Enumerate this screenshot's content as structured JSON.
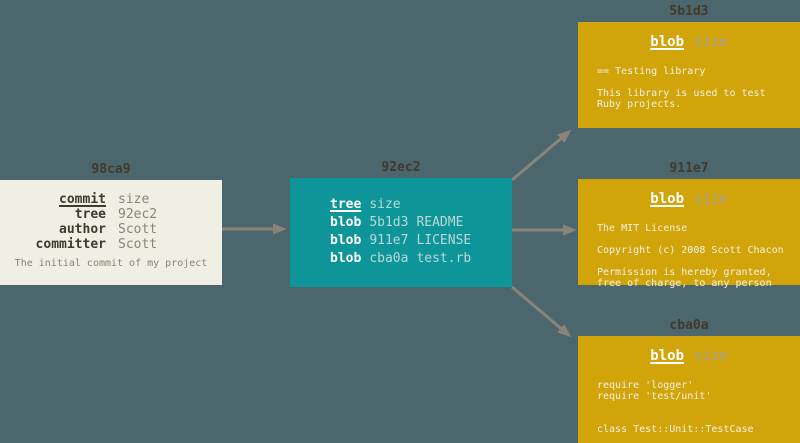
{
  "colors": {
    "background": "#4c666e",
    "commit_box": "#f0efe4",
    "tree_box": "#0d9599",
    "blob_box": "#d1a40a",
    "arrow": "#8b8577",
    "title_text": "#413a2a"
  },
  "commit": {
    "title": "98ca9",
    "rows": [
      {
        "label": "commit",
        "value": "size"
      },
      {
        "label": "tree",
        "value": "92ec2"
      },
      {
        "label": "author",
        "value": "Scott"
      },
      {
        "label": "committer",
        "value": "Scott"
      }
    ],
    "message": "The initial commit of my project"
  },
  "tree": {
    "title": "92ec2",
    "header": {
      "label": "tree",
      "value": "size"
    },
    "entries": [
      {
        "type": "blob",
        "hash": "5b1d3",
        "name": "README"
      },
      {
        "type": "blob",
        "hash": "911e7",
        "name": "LICENSE"
      },
      {
        "type": "blob",
        "hash": "cba0a",
        "name": "test.rb"
      }
    ]
  },
  "blobs": [
    {
      "title": "5b1d3",
      "header": {
        "label": "blob",
        "value": "size"
      },
      "lines": [
        "== Testing library",
        "",
        "This library is used to test",
        "Ruby projects."
      ]
    },
    {
      "title": "911e7",
      "header": {
        "label": "blob",
        "value": "size"
      },
      "lines": [
        "The MIT License",
        "",
        "Copyright (c) 2008 Scott Chacon",
        "",
        "Permission is hereby granted,",
        "free of charge, to any person"
      ]
    },
    {
      "title": "cba0a",
      "header": {
        "label": "blob",
        "value": "size"
      },
      "lines": [
        "require 'logger'",
        "require 'test/unit'",
        "",
        "",
        "class Test::Unit::TestCase"
      ]
    }
  ]
}
